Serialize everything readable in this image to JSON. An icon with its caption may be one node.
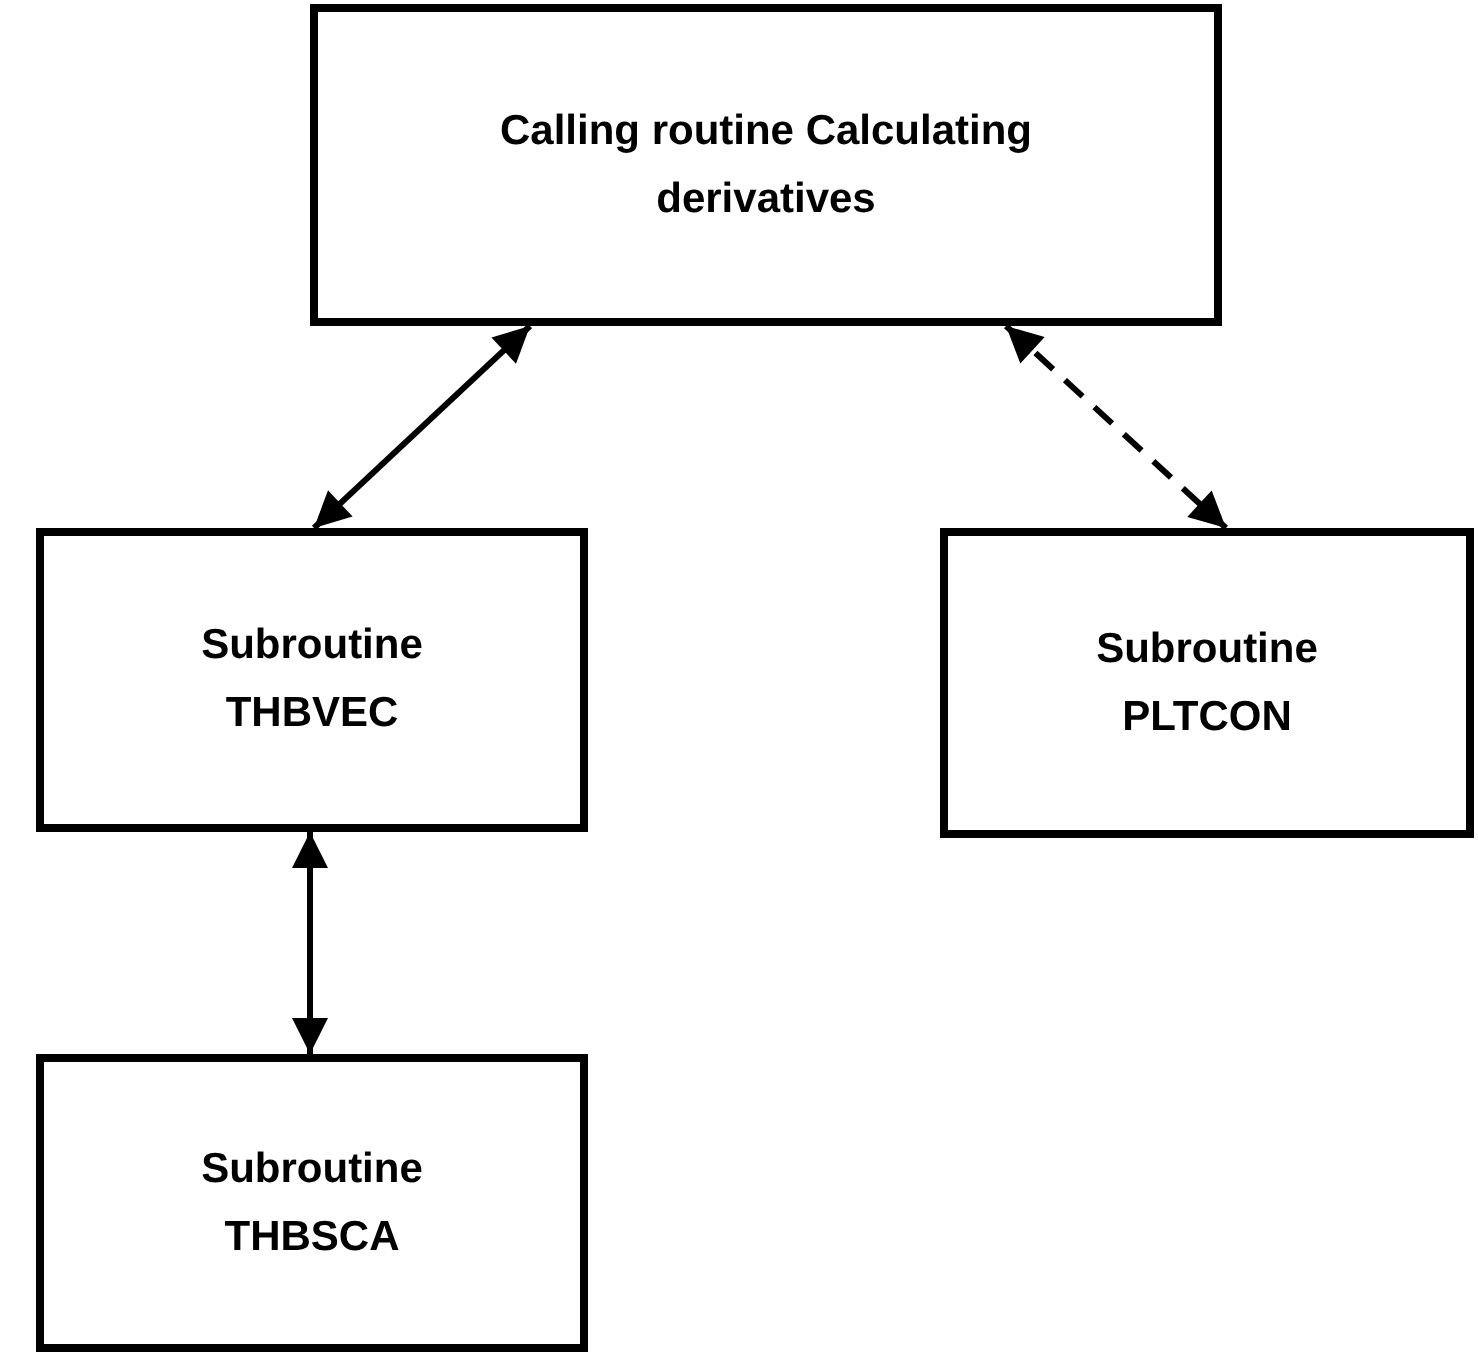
{
  "diagram": {
    "nodes": [
      {
        "text": [
          "Calling routine Calculating derivatives"
        ]
      },
      {
        "text": [
          "Subroutine THBVEC"
        ]
      },
      {
        "text": [
          "Subroutine PLTCON"
        ]
      },
      {
        "text": [
          "Subroutine THBSCA"
        ]
      }
    ],
    "edges": [
      {
        "from": 0,
        "to": 1,
        "arrow": "both"
      },
      {
        "from": 0,
        "to": 2,
        "arrow": "both",
        "style": "dashed"
      },
      {
        "from": 1,
        "to": 3,
        "arrow": "both"
      }
    ]
  }
}
